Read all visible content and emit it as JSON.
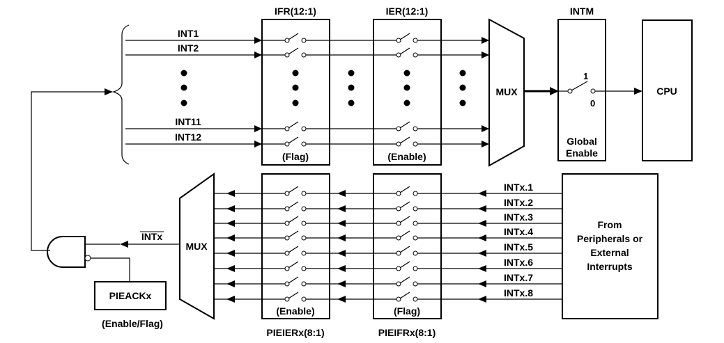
{
  "top": {
    "ifr_title": "IFR(12:1)",
    "ier_title": "IER(12:1)",
    "intm_title": "INTM",
    "cpu_label": "CPU",
    "mux_label": "MUX",
    "flag_label": "(Flag)",
    "enable_label": "(Enable)",
    "global_enable_line1": "Global",
    "global_enable_line2": "Enable",
    "switch_pos_1": "1",
    "switch_pos_0": "0",
    "int_lines": [
      {
        "label": "INT1"
      },
      {
        "label": "INT2"
      },
      {
        "label": "INT11"
      },
      {
        "label": "INT12"
      }
    ]
  },
  "bottom": {
    "mux_label": "MUX",
    "pieier_title": "PIEIERx(8:1)",
    "piefr_title": "PIEIFRx(8:1)",
    "enable_label": "(Enable)",
    "flag_label": "(Flag)",
    "intx_signal": "INTx",
    "pieack_label": "PIEACKx",
    "pieack_caption": "(Enable/Flag)",
    "source_lines": [
      "From",
      "Peripherals or",
      "External",
      "Interrupts"
    ],
    "intx_lines": [
      {
        "label": "INTx.1"
      },
      {
        "label": "INTx.2"
      },
      {
        "label": "INTx.3"
      },
      {
        "label": "INTx.4"
      },
      {
        "label": "INTx.5"
      },
      {
        "label": "INTx.6"
      },
      {
        "label": "INTx.7"
      },
      {
        "label": "INTx.8"
      }
    ]
  }
}
